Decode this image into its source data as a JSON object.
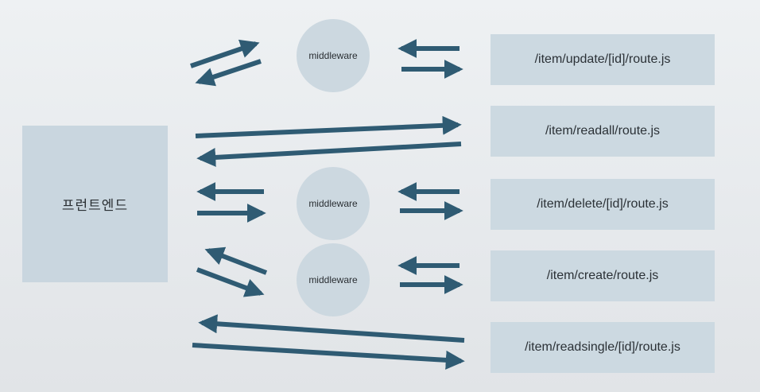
{
  "frontend": {
    "label": "프런트엔드"
  },
  "middlewares": [
    {
      "label": "middleware"
    },
    {
      "label": "middleware"
    },
    {
      "label": "middleware"
    }
  ],
  "routes": [
    {
      "label": "/item/update/[id]/route.js"
    },
    {
      "label": "/item/readall/route.js"
    },
    {
      "label": "/item/delete/[id]/route.js"
    },
    {
      "label": "/item/create/route.js"
    },
    {
      "label": "/item/readsingle/[id]/route.js"
    }
  ],
  "colors": {
    "arrow": "#2f5b73",
    "box": "#ccd9e1",
    "frontend": "#c9d6df"
  }
}
